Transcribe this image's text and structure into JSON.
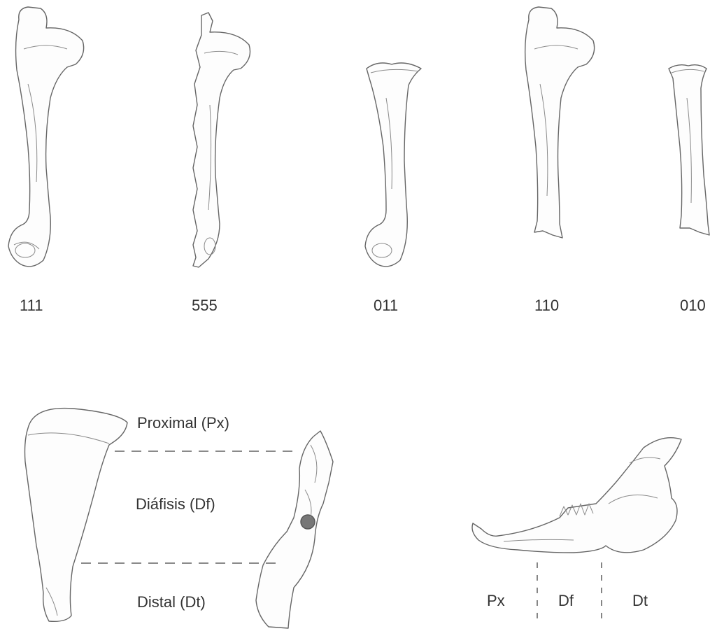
{
  "bone_codes": [
    "111",
    "555",
    "011",
    "110",
    "010"
  ],
  "long_bone_sections": {
    "proximal": "Proximal (Px)",
    "diaphysis": "Diáfisis (Df)",
    "distal": "Distal (Dt)"
  },
  "mandible_sections": {
    "proximal": "Px",
    "diaphysis": "Df",
    "distal": "Dt"
  }
}
